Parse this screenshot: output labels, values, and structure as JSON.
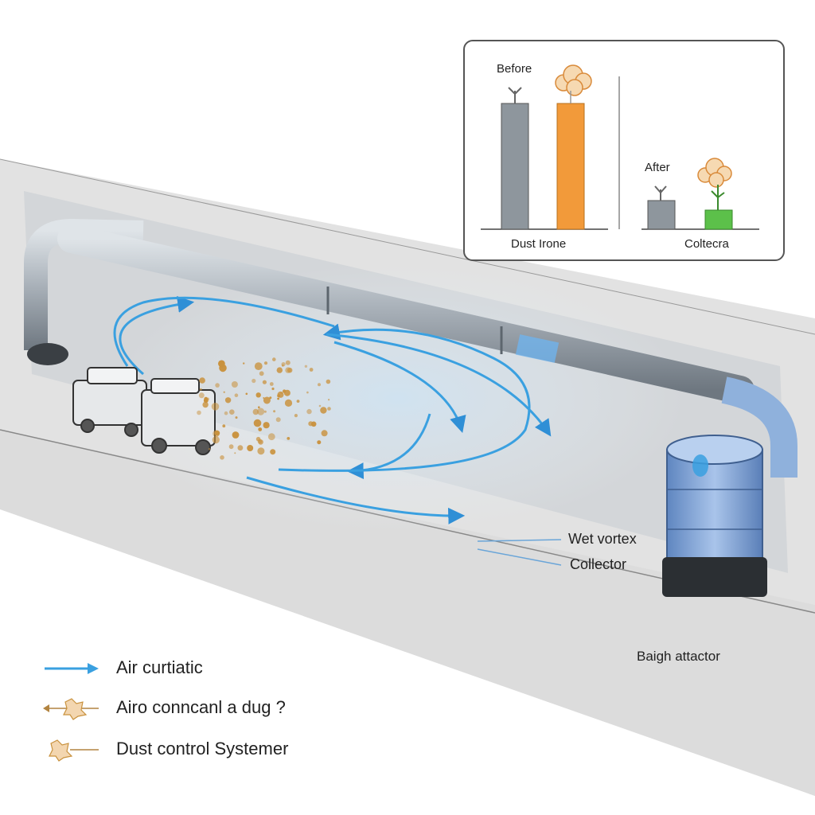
{
  "inset_chart": {
    "before_label": "Before",
    "after_label": "After",
    "left_axis_label": "Dust Irone",
    "right_axis_label": "Coltecra"
  },
  "callouts": {
    "wet_vortex": "Wet vortex",
    "collector": "Collector",
    "baigh_attactor": "Baigh attactor"
  },
  "legend": {
    "items": [
      {
        "label": "Air curtiatic",
        "icon": "blue-arrow-icon"
      },
      {
        "label": "Airo conncanl a dug ?",
        "icon": "dust-cloud-arrow-icon"
      },
      {
        "label": "Dust control Systemer",
        "icon": "dust-particle-icon"
      }
    ]
  },
  "colors": {
    "airflow": "#3aa0e0",
    "dust": "#c9923e",
    "pipe": "#9aa4ad",
    "collector": "#7fa6d9",
    "bar_gray": "#8e969d",
    "bar_orange": "#f29a3a",
    "bar_green": "#5cc04a"
  }
}
